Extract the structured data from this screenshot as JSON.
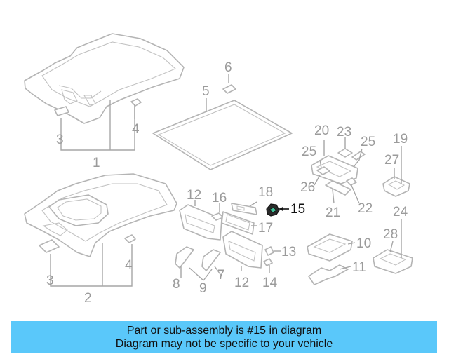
{
  "diagram": {
    "callouts": {
      "c1": "1",
      "c2": "2",
      "c3a": "3",
      "c3b": "3",
      "c4a": "4",
      "c4b": "4",
      "c5": "5",
      "c6": "6",
      "c7": "7",
      "c8": "8",
      "c9": "9",
      "c10": "10",
      "c11": "11",
      "c12a": "12",
      "c12b": "12",
      "c13": "13",
      "c14": "14",
      "c15": "15",
      "c16": "16",
      "c17": "17",
      "c18": "18",
      "c19": "19",
      "c20": "20",
      "c21": "21",
      "c22": "22",
      "c23": "23",
      "c24": "24",
      "c25a": "25",
      "c25b": "25",
      "c26": "26",
      "c27": "27",
      "c28": "28"
    },
    "highlighted_part": "15"
  },
  "banner": {
    "line1": "Part or sub-assembly is #15 in diagram",
    "line2": "Diagram may not be specific to your vehicle",
    "color": "#5ac8fa"
  }
}
